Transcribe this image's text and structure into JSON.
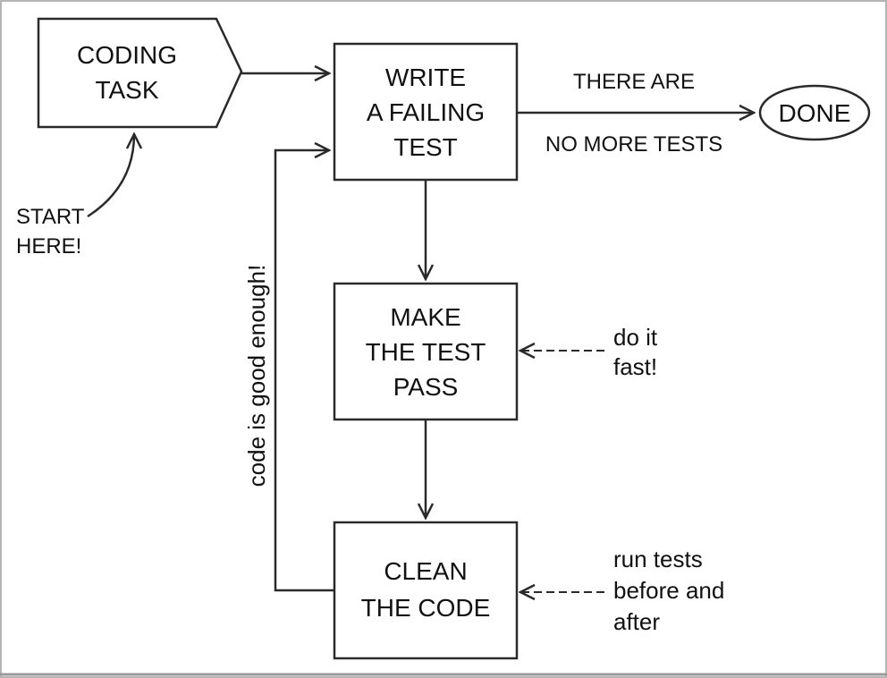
{
  "nodes": {
    "coding_task": {
      "lines": [
        "CODING",
        "TASK"
      ]
    },
    "write_failing_test": {
      "lines": [
        "WRITE",
        "A FAILING",
        "TEST"
      ]
    },
    "make_test_pass": {
      "lines": [
        "MAKE",
        "THE TEST",
        "PASS"
      ]
    },
    "clean_code": {
      "lines": [
        "CLEAN",
        "THE CODE"
      ]
    },
    "done": {
      "label": "DONE"
    }
  },
  "annotations": {
    "start_here": {
      "lines": [
        "START",
        "HERE!"
      ]
    },
    "done_condition": {
      "line1": "THERE ARE",
      "line2": "NO MORE TESTS"
    },
    "loop_back": "code is good enough!",
    "do_it_fast": {
      "lines": [
        "do it",
        "fast!"
      ]
    },
    "run_tests": {
      "lines": [
        "run tests",
        "before and",
        "after"
      ]
    }
  },
  "colors": {
    "stroke": "#2a2a2a",
    "text": "#111111",
    "frame": "#b5b5b5",
    "background": "#ffffff"
  }
}
